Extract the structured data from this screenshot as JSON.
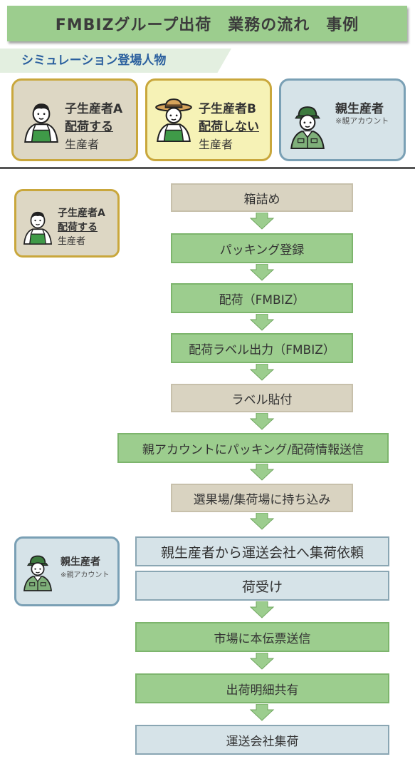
{
  "title": "FMBIZグループ出荷　業務の流れ　事例",
  "section_label": "シミュレーション登場人物",
  "characters": [
    {
      "name": "子生産者A",
      "action": "配荷する",
      "role": "生産者",
      "avatar_icon": "farmer-child-a-icon"
    },
    {
      "name": "子生産者B",
      "action": "配荷しない",
      "role": "生産者",
      "avatar_icon": "farmer-straw-hat-icon"
    },
    {
      "name": "親生産者",
      "note": "※親アカウント",
      "avatar_icon": "farmer-cap-icon"
    }
  ],
  "flow_a_actor": {
    "name": "子生産者A",
    "action": "配荷する",
    "role": "生産者"
  },
  "flow_parent_actor": {
    "name": "親生産者",
    "note": "※親アカウント"
  },
  "steps": [
    {
      "label": "箱詰め",
      "style": "tan"
    },
    {
      "label": "パッキング登録",
      "style": "green"
    },
    {
      "label": "配荷（FMBIZ）",
      "style": "green"
    },
    {
      "label": "配荷ラベル出力（FMBIZ）",
      "style": "green"
    },
    {
      "label": "ラベル貼付",
      "style": "tan"
    },
    {
      "label": "親アカウントにパッキング/配荷情報送信",
      "style": "green"
    },
    {
      "label": "選果場/集荷場に持ち込み",
      "style": "tan"
    },
    {
      "label": "親生産者から運送会社へ集荷依頼",
      "style": "gray"
    },
    {
      "label": "荷受け",
      "style": "gray"
    },
    {
      "label": "市場に本伝票送信",
      "style": "green"
    },
    {
      "label": "出荷明細共有",
      "style": "green"
    },
    {
      "label": "運送会社集荷",
      "style": "gray"
    }
  ],
  "colors": {
    "green": "#9ccd8e",
    "tan": "#d9d3c1",
    "gray_blue": "#d6e3e8",
    "gold_border": "#c9a73c",
    "blue_text": "#2a5f9e"
  }
}
